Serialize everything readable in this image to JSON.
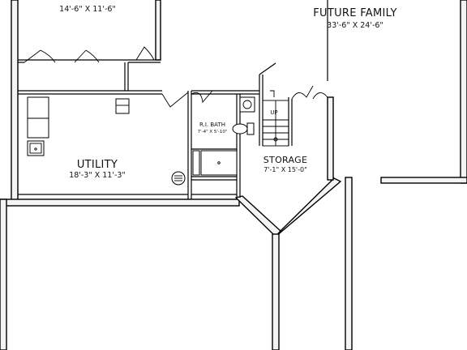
{
  "rooms": {
    "top_left": {
      "dimensions": "14'-6\" X 11'-6\""
    },
    "future_family": {
      "name": "FUTURE FAMILY",
      "dimensions": "33'-6\" X 24'-6\""
    },
    "utility": {
      "name": "UTILITY",
      "dimensions": "18'-3\" X 11'-3\""
    },
    "ri_bath": {
      "name": "R.I. BATH",
      "dimensions": "7'-4\" X 5'-10\""
    },
    "storage": {
      "name": "STORAGE",
      "dimensions": "7'-1\" X 15'-0\""
    }
  },
  "stairs": {
    "direction_label": "UP"
  }
}
